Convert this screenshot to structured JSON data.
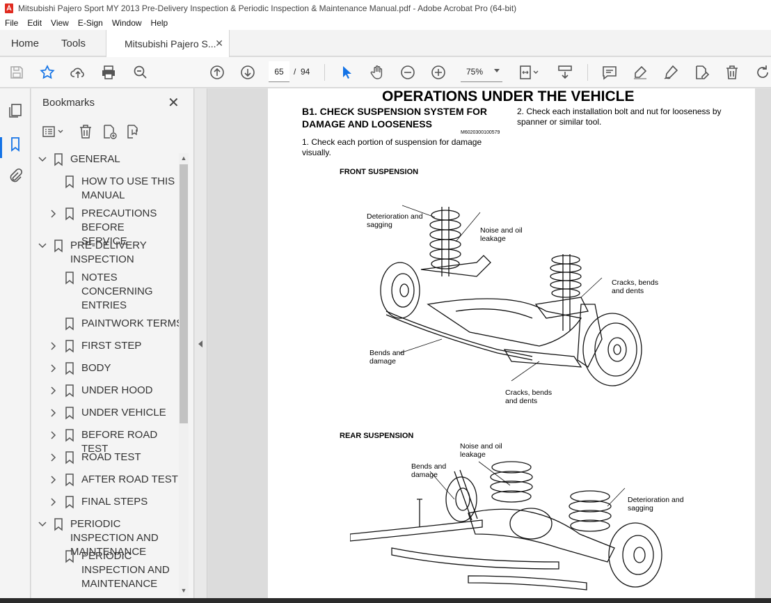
{
  "window": {
    "title": "Mitsubishi Pajero Sport MY 2013 Pre-Delivery Inspection & Periodic Inspection & Maintenance Manual.pdf - Adobe Acrobat Pro (64-bit)"
  },
  "menu": [
    "File",
    "Edit",
    "View",
    "E-Sign",
    "Window",
    "Help"
  ],
  "tabs": {
    "home": "Home",
    "tools": "Tools",
    "doc": "Mitsubishi Pajero S..."
  },
  "toolbar": {
    "page_current": "65",
    "page_sep": "/",
    "page_total": "94",
    "zoom": "75%"
  },
  "bookmarks": {
    "title": "Bookmarks",
    "items": [
      {
        "label": "GENERAL",
        "level": 0,
        "chevron": "down"
      },
      {
        "label": "HOW TO USE THIS MANUAL",
        "level": 1,
        "chevron": "none"
      },
      {
        "label": "PRECAUTIONS BEFORE SERVICE",
        "level": 1,
        "chevron": "right"
      },
      {
        "label": "PRE-DELIVERY INSPECTION",
        "level": 0,
        "chevron": "down"
      },
      {
        "label": "NOTES CONCERNING ENTRIES",
        "level": 1,
        "chevron": "none"
      },
      {
        "label": "PAINTWORK TERMS",
        "level": 1,
        "chevron": "none"
      },
      {
        "label": "FIRST STEP",
        "level": 1,
        "chevron": "right"
      },
      {
        "label": "BODY",
        "level": 1,
        "chevron": "right"
      },
      {
        "label": "UNDER HOOD",
        "level": 1,
        "chevron": "right"
      },
      {
        "label": "UNDER VEHICLE",
        "level": 1,
        "chevron": "right"
      },
      {
        "label": "BEFORE ROAD TEST",
        "level": 1,
        "chevron": "right"
      },
      {
        "label": "ROAD TEST",
        "level": 1,
        "chevron": "right"
      },
      {
        "label": "AFTER ROAD TEST",
        "level": 1,
        "chevron": "right"
      },
      {
        "label": "FINAL STEPS",
        "level": 1,
        "chevron": "right"
      },
      {
        "label": "PERIODIC INSPECTION AND MAINTENANCE",
        "level": 0,
        "chevron": "down"
      },
      {
        "label": "PERIODIC INSPECTION AND MAINTENANCE",
        "level": 1,
        "chevron": "none"
      }
    ]
  },
  "doc": {
    "heading": "OPERATIONS UNDER THE VEHICLE",
    "section": "B1. CHECK SUSPENSION SYSTEM FOR DAMAGE AND LOOSENESS",
    "code": "M6020300100579",
    "step1": "1.  Check each portion of suspension for damage visually.",
    "step2": "2.  Check each installation bolt and nut for looseness by spanner or similar tool.",
    "front": {
      "title": "FRONT SUSPENSION",
      "labels": {
        "deterioration": "Deterioration and sagging",
        "noise": "Noise and oil leakage",
        "cracks_right": "Cracks, bends and dents",
        "bends": "Bends and damage",
        "cracks_bottom": "Cracks, bends and dents"
      }
    },
    "rear": {
      "title": "REAR SUSPENSION",
      "labels": {
        "noise": "Noise and oil leakage",
        "bends": "Bends and damage",
        "deterioration": "Deterioration and sagging"
      }
    }
  }
}
